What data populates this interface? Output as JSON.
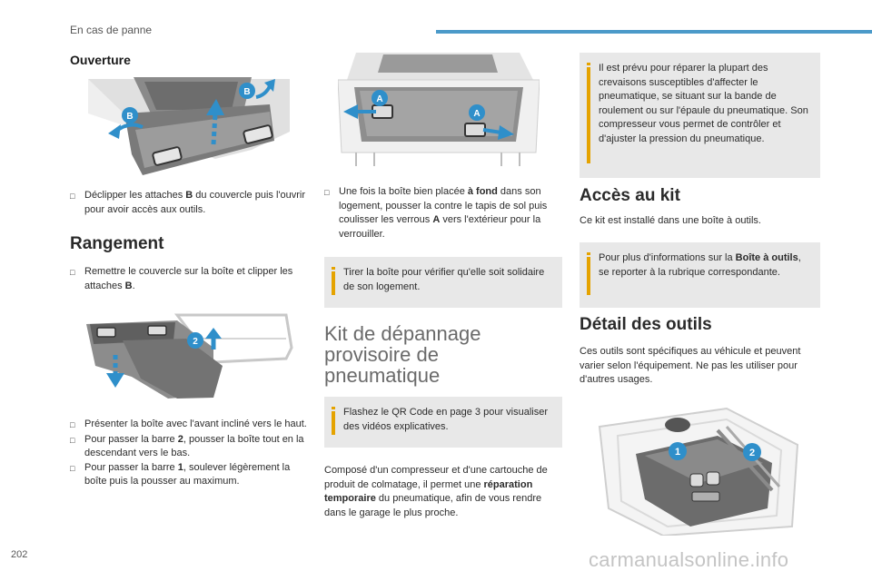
{
  "header": {
    "section": "En cas de panne"
  },
  "page_number": "202",
  "watermark": "carmanualsonline.info",
  "ouverture": {
    "title": "Ouverture",
    "callout_b": "B",
    "bullets": [
      {
        "pre": "Déclipper les attaches ",
        "bold": "B",
        "post": " du couvercle puis l'ouvrir pour avoir accès aux outils."
      }
    ]
  },
  "rangement": {
    "title": "Rangement",
    "bullets": [
      {
        "pre": "Remettre le couvercle sur la boîte et clipper les attaches ",
        "bold": "B",
        "post": "."
      }
    ],
    "callout_2": "2",
    "bullets2": [
      {
        "pre": "Présenter la boîte avec l'avant incliné vers le haut.",
        "bold": "",
        "post": ""
      },
      {
        "pre": "Pour passer la barre ",
        "bold": "2",
        "post": ", pousser la boîte tout en la descendant vers le bas."
      },
      {
        "pre": "Pour passer la barre ",
        "bold": "1",
        "post": ", soulever légèrement la boîte puis la pousser au maximum."
      }
    ]
  },
  "middle": {
    "callout_a": "A",
    "bullets": [
      {
        "pre": "Une fois la boîte bien placée ",
        "bold": "à fond",
        "mid": " dans son logement, pousser la contre le tapis de sol puis coulisser les verrous ",
        "bold2": "A",
        "post": " vers l'extérieur pour la verrouiller."
      }
    ],
    "note1": "Tirer la boîte pour vérifier qu'elle soit solidaire de son logement.",
    "kit_title_lines": [
      "Kit de dépannage",
      "provisoire de",
      "pneumatique"
    ],
    "note2": "Flashez le QR Code en page 3 pour visualiser des vidéos explicatives.",
    "para": {
      "pre": "Composé d'un compresseur et d'une cartouche de produit de colmatage, il permet une ",
      "bold": "réparation temporaire",
      "post": " du pneumatique, afin de vous rendre dans le garage le plus proche."
    }
  },
  "right": {
    "note1": "Il est prévu pour réparer la plupart des crevaisons susceptibles d'affecter le pneumatique, se situant sur la bande de roulement ou sur l'épaule du pneumatique. Son compresseur vous permet de contrôler et d'ajuster la pression du pneumatique.",
    "acces_title": "Accès au kit",
    "acces_text": "Ce kit est installé dans une boîte à outils.",
    "note2": {
      "pre": "Pour plus d'informations sur la ",
      "bold": "Boîte à outils",
      "post": ", se reporter à la rubrique correspondante."
    },
    "detail_title": "Détail des outils",
    "detail_text": "Ces outils sont spécifiques au véhicule et peuvent varier selon l'équipement. Ne pas les utiliser pour d'autres usages.",
    "callout_1": "1",
    "callout_2": "2"
  },
  "colors": {
    "accent_blue": "#4b9ac9",
    "note_bg": "#e8e8e8",
    "note_icon": "#e5a300"
  }
}
